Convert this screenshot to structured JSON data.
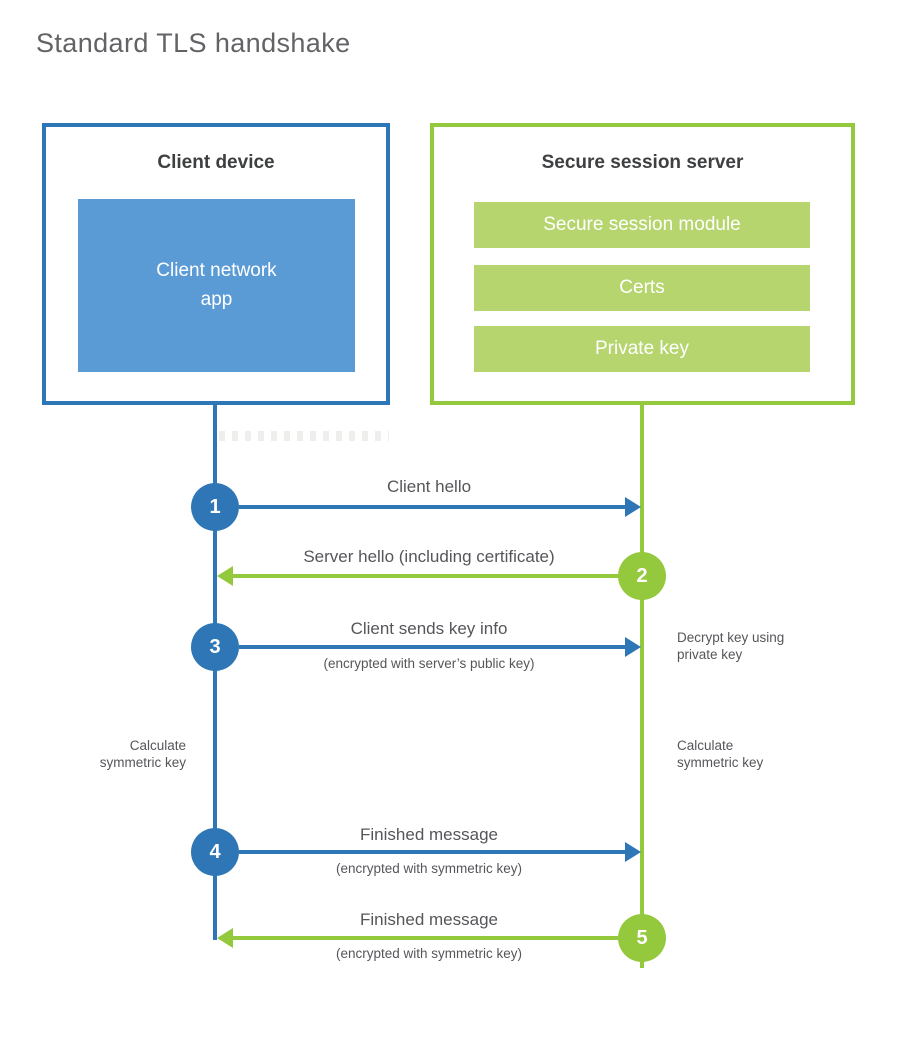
{
  "title": "Standard TLS handshake",
  "colors": {
    "client_accent": "#2e76b5",
    "client_fill": "#5b9bd5",
    "server_accent": "#94c83d",
    "server_fill": "#b6d56e",
    "heading_text": "#3e3f41",
    "label_text": "#55565a",
    "title_text": "#626366"
  },
  "client": {
    "title": "Client device",
    "app_label": "Client network\napp"
  },
  "server": {
    "title": "Secure session server",
    "modules": [
      "Secure session module",
      "Certs",
      "Private key"
    ]
  },
  "steps": [
    {
      "number": "1",
      "label": "Client hello",
      "sublabel": "",
      "direction": "right",
      "actor": "client"
    },
    {
      "number": "2",
      "label": "Server hello (including certificate)",
      "sublabel": "",
      "direction": "left",
      "actor": "server"
    },
    {
      "number": "3",
      "label": "Client sends key info",
      "sublabel": "(encrypted with server’s public key)",
      "direction": "right",
      "actor": "client"
    },
    {
      "number": "4",
      "label": "Finished message",
      "sublabel": "(encrypted with symmetric key)",
      "direction": "right",
      "actor": "client"
    },
    {
      "number": "5",
      "label": "Finished message",
      "sublabel": "(encrypted with symmetric key)",
      "direction": "left",
      "actor": "server"
    }
  ],
  "annotations": {
    "decrypt_note": "Decrypt key using\nprivate key",
    "client_calculate_note": "Calculate\nsymmetric key",
    "server_calculate_note": "Calculate\nsymmetric key"
  }
}
